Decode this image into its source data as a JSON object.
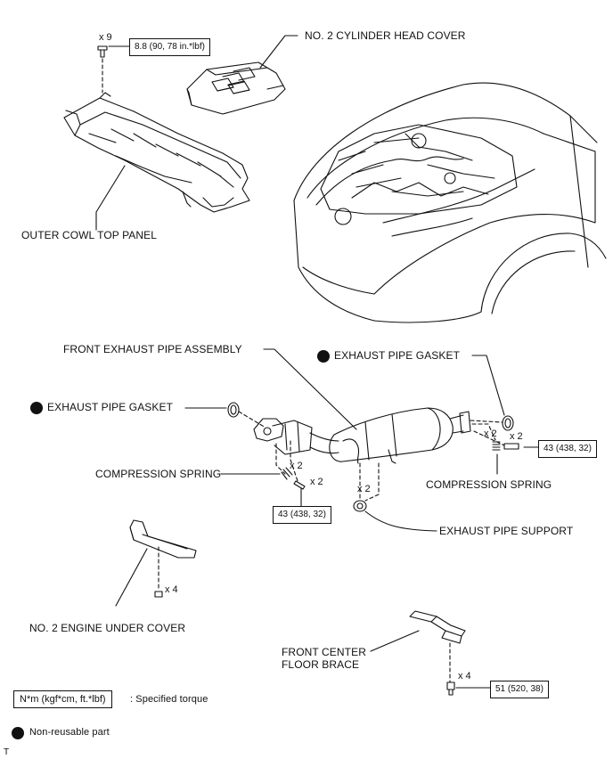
{
  "labels": {
    "cylinder_head_cover": "NO. 2 CYLINDER HEAD COVER",
    "outer_cowl_top_panel": "OUTER COWL TOP PANEL",
    "front_exhaust_pipe_assembly": "FRONT EXHAUST PIPE ASSEMBLY",
    "exhaust_pipe_gasket_right": "EXHAUST PIPE GASKET",
    "exhaust_pipe_gasket_left": "EXHAUST PIPE GASKET",
    "compression_spring_left": "COMPRESSION SPRING",
    "compression_spring_right": "COMPRESSION SPRING",
    "exhaust_pipe_support": "EXHAUST PIPE SUPPORT",
    "engine_under_cover": "NO. 2 ENGINE UNDER COVER",
    "front_center_floor_brace_line1": "FRONT CENTER",
    "front_center_floor_brace_line2": "FLOOR BRACE"
  },
  "torque": {
    "cowl_bolts": "8.8 (90, 78 in.*lbf)",
    "exhaust_front": "43 (438, 32)",
    "exhaust_rear": "43 (438, 32)",
    "floor_brace": "51 (520, 38)"
  },
  "quantities": {
    "cowl_bolts": "x 9",
    "front_spring": "x 2",
    "front_bolt": "x 2",
    "support_bolt": "x 2",
    "rear_spring": "x 2",
    "rear_bolt": "x 2",
    "under_cover": "x 4",
    "floor_brace": "x 4"
  },
  "legend": {
    "torque_unit": "N*m (kgf*cm, ft.*lbf)",
    "torque_desc": ": Specified torque",
    "non_reusable": "Non-reusable part"
  },
  "corner_mark": "T",
  "icons": {
    "non_reusable": "filled-circle-icon"
  }
}
